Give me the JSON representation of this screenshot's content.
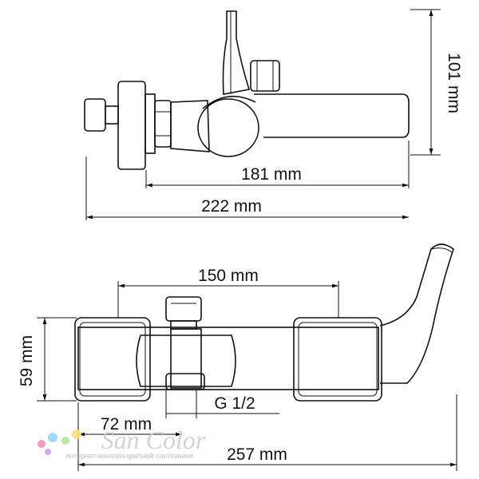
{
  "dimensions": {
    "height_top": "101 mm",
    "body_length": "181 mm",
    "total_depth": "222 mm",
    "center_distance": "150 mm",
    "height_front": "59 mm",
    "inlet_offset": "72 mm",
    "thread": "G 1/2",
    "total_length": "257 mm"
  },
  "watermark": {
    "logo": "San Color",
    "subtitle": "интернет-магазин цветной сантехники",
    "dot_colors": [
      "#f28fb8",
      "#9ad3f5",
      "#b6e39a",
      "#f7e07c",
      "#c7a3e8"
    ]
  }
}
